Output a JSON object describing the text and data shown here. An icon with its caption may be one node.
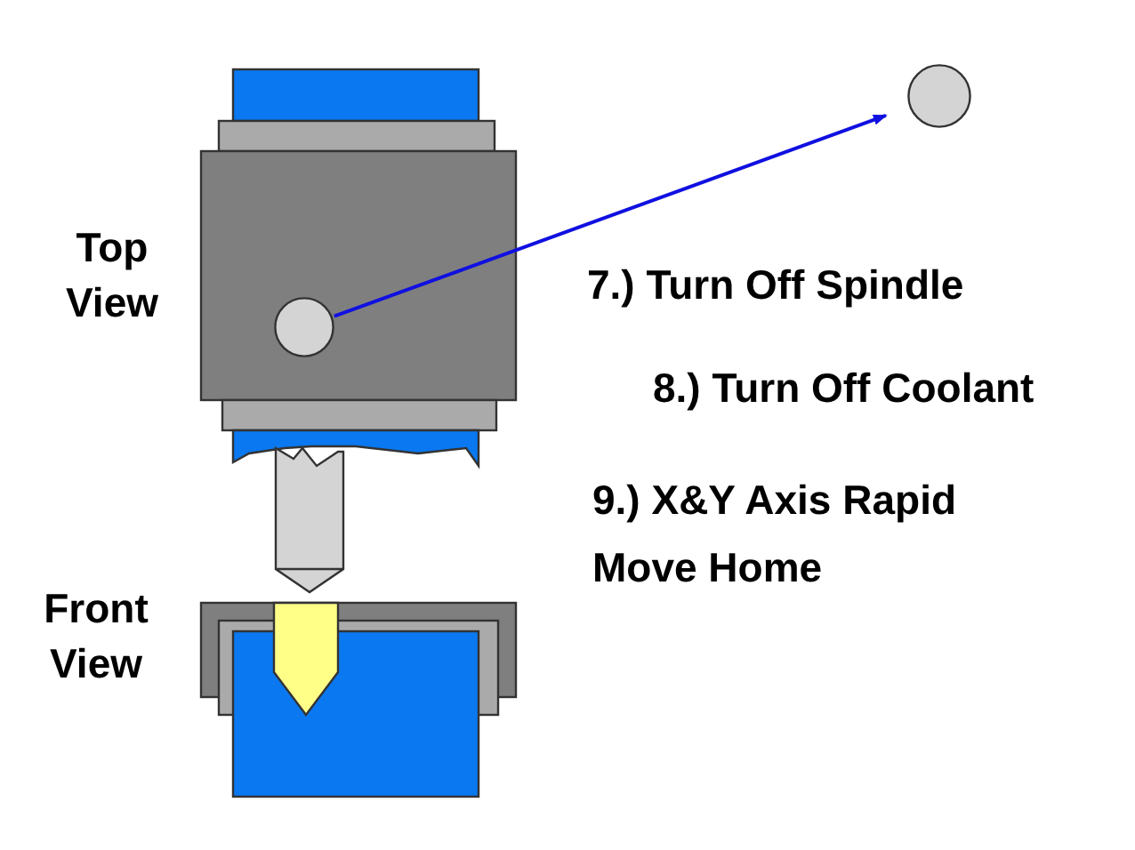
{
  "diagram": {
    "nodes": [
      {
        "text": [],
        "shape": "circle"
      },
      {
        "text": [],
        "shape": "circle"
      }
    ],
    "edges": [
      {
        "from": 0,
        "to": 1,
        "arrow": "to"
      }
    ],
    "labels": [
      "Top View",
      "7.) Turn Off Spindle",
      "8.) Turn Off Coolant",
      "9.) X&Y Axis Rapid Move Home",
      "Front View"
    ]
  }
}
